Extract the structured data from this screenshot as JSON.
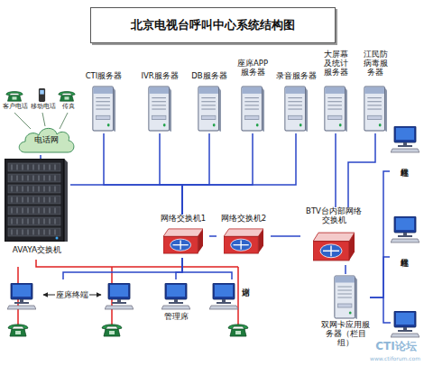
{
  "diagram": {
    "title": "北京电视台呼叫中心系统结构图",
    "nodes": [
      {
        "text": [
          "电话网"
        ]
      },
      {
        "text": [
          "AVAYA交换机"
        ]
      },
      {
        "text": [
          "CTI服务器"
        ]
      },
      {
        "text": [
          "IVR服务器"
        ]
      },
      {
        "text": [
          "DB服务器"
        ]
      },
      {
        "text": [
          "座席APP服务器"
        ]
      },
      {
        "text": [
          "录音服务器"
        ]
      },
      {
        "text": [
          "大屏幕及统计服务器"
        ]
      },
      {
        "text": [
          "江民防病毒服务器"
        ]
      },
      {
        "text": [
          "网络交换机1"
        ]
      },
      {
        "text": [
          "网络交换机2"
        ]
      },
      {
        "text": [
          "BTV台内部网络交换机"
        ]
      },
      {
        "text": [
          "双网卡应用服务器（栏目组）"
        ]
      },
      {
        "text": [
          "座席终端"
        ]
      },
      {
        "text": [
          "管理席"
        ]
      },
      {
        "text": [
          "培训席"
        ]
      },
      {
        "text": [
          "栏目终端"
        ]
      },
      {
        "text": [
          "栏目终端"
        ]
      }
    ],
    "edges": [
      {
        "from": 0,
        "to": 1,
        "arrow": "none"
      },
      {
        "from": 1,
        "to": 9,
        "arrow": "none"
      },
      {
        "from": 2,
        "to": 9,
        "arrow": "none"
      },
      {
        "from": 3,
        "to": 9,
        "arrow": "none"
      },
      {
        "from": 4,
        "to": 9,
        "arrow": "none"
      },
      {
        "from": 5,
        "to": 9,
        "arrow": "none"
      },
      {
        "from": 6,
        "to": 9,
        "arrow": "none"
      },
      {
        "from": 9,
        "to": 10,
        "arrow": "none"
      },
      {
        "from": 10,
        "to": 11,
        "arrow": "none"
      },
      {
        "from": 7,
        "to": 11,
        "arrow": "none"
      },
      {
        "from": 8,
        "to": 11,
        "arrow": "none"
      },
      {
        "from": 11,
        "to": 12,
        "arrow": "none"
      },
      {
        "from": 12,
        "to": 16,
        "arrow": "none"
      },
      {
        "from": 12,
        "to": 17,
        "arrow": "none"
      },
      {
        "from": 9,
        "to": 13,
        "arrow": "none"
      },
      {
        "from": 9,
        "to": 14,
        "arrow": "none"
      },
      {
        "from": 9,
        "to": 15,
        "arrow": "none"
      }
    ],
    "labels": [
      "客户电话",
      "移动电话",
      "传真",
      "CTI论坛",
      "www.ctiforum.com"
    ]
  }
}
